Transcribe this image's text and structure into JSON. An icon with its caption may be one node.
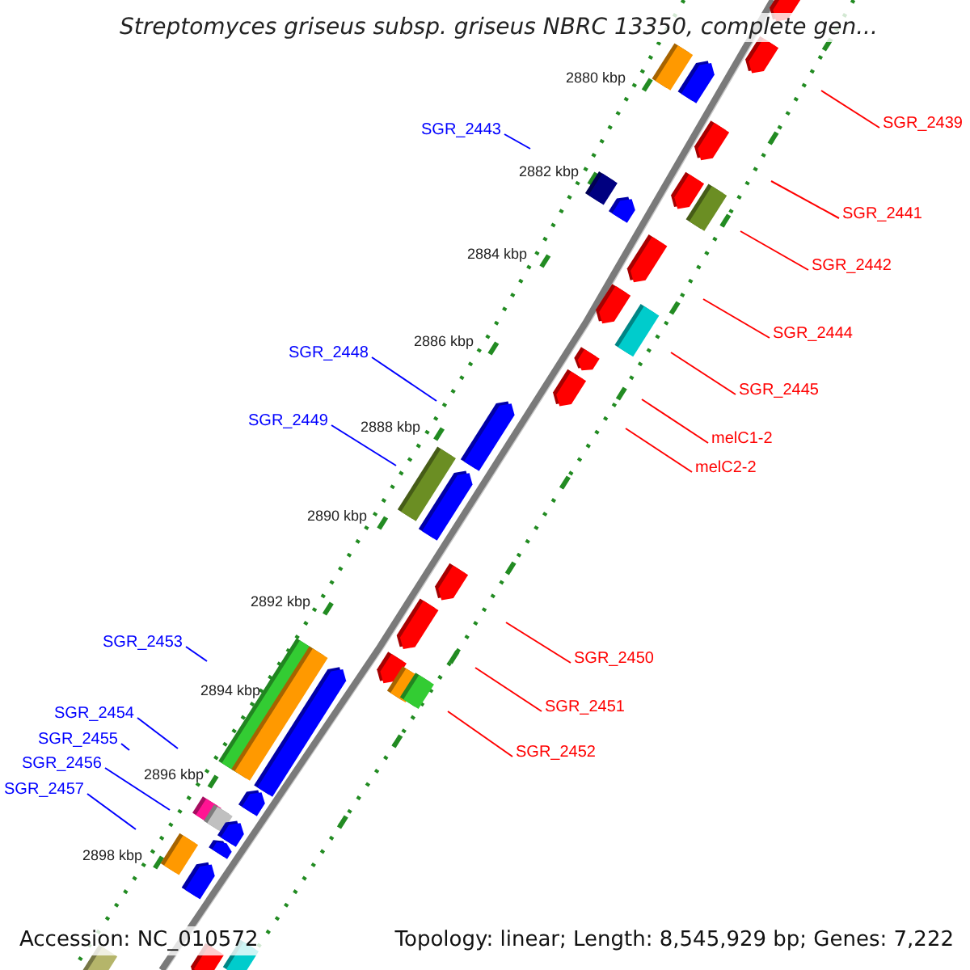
{
  "diagram": {
    "title": "Streptomyces griseus subsp. griseus NBRC 13350, complete gen...",
    "nodes": [
      {
        "text": [
          "SGR_2439"
        ]
      },
      {
        "text": [
          "SGR_2443"
        ]
      },
      {
        "text": [
          "SGR_2441"
        ]
      },
      {
        "text": [
          "SGR_2442"
        ]
      },
      {
        "text": [
          "SGR_2444"
        ]
      },
      {
        "text": [
          "SGR_2448"
        ]
      },
      {
        "text": [
          "SGR_2445"
        ]
      },
      {
        "text": [
          "SGR_2449"
        ]
      },
      {
        "text": [
          "melC1-2"
        ]
      },
      {
        "text": [
          "melC2-2"
        ]
      },
      {
        "text": [
          "SGR_2453"
        ]
      },
      {
        "text": [
          "SGR_2450"
        ]
      },
      {
        "text": [
          "SGR_2451"
        ]
      },
      {
        "text": [
          "SGR_2454"
        ]
      },
      {
        "text": [
          "SGR_2455"
        ]
      },
      {
        "text": [
          "SGR_2452"
        ]
      },
      {
        "text": [
          "SGR_2456"
        ]
      },
      {
        "text": [
          "SGR_2457"
        ]
      }
    ],
    "edges": [
      {
        "from": 0,
        "to": null,
        "arrow": "none"
      },
      {
        "from": 1,
        "to": null,
        "arrow": "none",
        "color": "#0000ff"
      },
      {
        "from": 2,
        "to": null,
        "arrow": "none"
      },
      {
        "from": 3,
        "to": null,
        "arrow": "none"
      },
      {
        "from": 4,
        "to": null,
        "arrow": "none"
      },
      {
        "from": 5,
        "to": null,
        "arrow": "none",
        "color": "#0000ff"
      },
      {
        "from": 6,
        "to": null,
        "arrow": "none"
      },
      {
        "from": 7,
        "to": null,
        "arrow": "none",
        "color": "#0000ff"
      },
      {
        "from": 8,
        "to": null,
        "arrow": "none"
      },
      {
        "from": 9,
        "to": null,
        "arrow": "none"
      },
      {
        "from": 10,
        "to": null,
        "arrow": "none",
        "color": "#0000ff"
      },
      {
        "from": 11,
        "to": null,
        "arrow": "none"
      },
      {
        "from": 12,
        "to": null,
        "arrow": "none"
      },
      {
        "from": 13,
        "to": null,
        "arrow": "none",
        "color": "#0000ff"
      },
      {
        "from": 14,
        "to": null,
        "arrow": "none",
        "color": "#0000ff"
      },
      {
        "from": 15,
        "to": null,
        "arrow": "none"
      },
      {
        "from": 16,
        "to": null,
        "arrow": "none",
        "color": "#0000ff"
      },
      {
        "from": 17,
        "to": null,
        "arrow": "none",
        "color": "#0000ff"
      }
    ],
    "labels": [
      "2880 kbp",
      "2882 kbp",
      "2884 kbp",
      "2886 kbp",
      "2888 kbp",
      "2890 kbp",
      "2892 kbp",
      "2894 kbp",
      "2896 kbp",
      "2898 kbp",
      "Accession: NC_010572",
      "Topology: linear; Length: 8,545,929 bp; Genes: 7,222"
    ]
  }
}
